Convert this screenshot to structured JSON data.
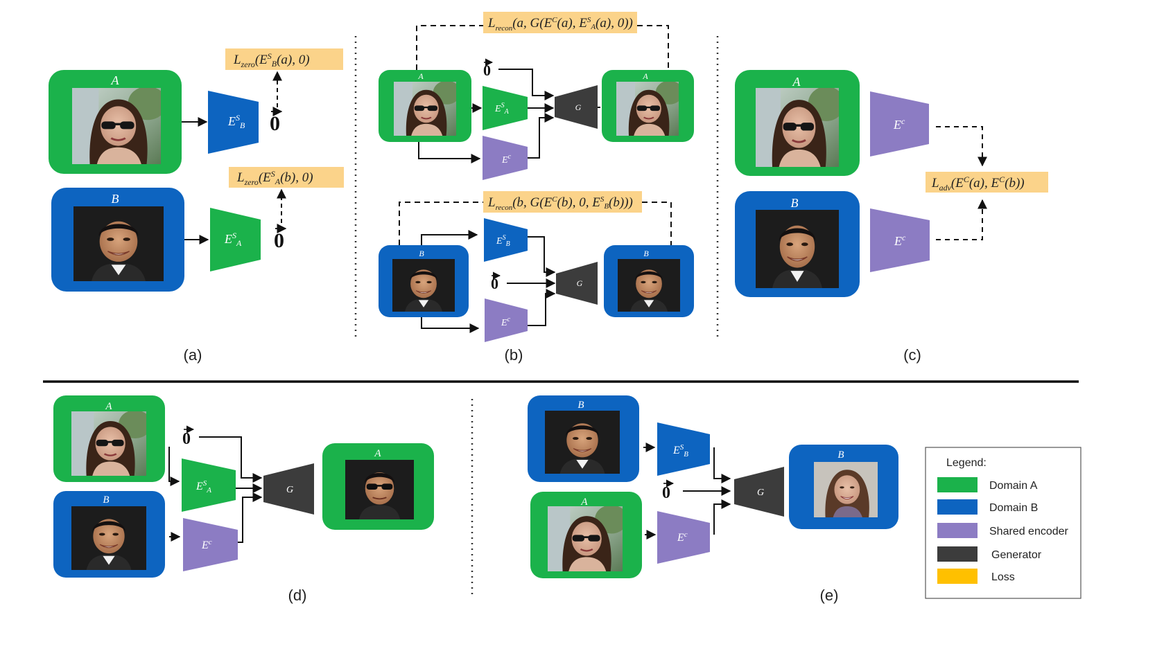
{
  "colors": {
    "domain_a": "#1bb24b",
    "domain_b": "#0d64c0",
    "shared_encoder": "#8c7cc3",
    "generator": "#3c3c3c",
    "loss": "#fbd38a",
    "loss_legend": "#ffc000"
  },
  "labels": {
    "a": "A",
    "b": "B",
    "zero": "0",
    "generator": "G",
    "enc_shared": "E",
    "enc_shared_sup": "c",
    "enc_specific": "E",
    "enc_specific_sup": "s"
  },
  "captions": {
    "a": "(a)",
    "b": "(b)",
    "c": "(c)",
    "d": "(d)",
    "e": "(e)"
  },
  "losses": {
    "zero_b_name": "L",
    "zero_b_sub": "zero",
    "zero_b_args": "(E",
    "zero_b_sup": "S",
    "zero_b_dom": "B",
    "zero_b_tail": "(a), 0)",
    "zero_a_name": "L",
    "zero_a_sub": "zero",
    "zero_a_args": "(E",
    "zero_a_sup": "S",
    "zero_a_dom": "A",
    "zero_a_tail": "(b), 0)",
    "recon_a_name": "L",
    "recon_a_sub": "recon",
    "recon_a_body": "(a, G(E",
    "recon_a_sup1": "C",
    "recon_a_mid": "(a), E",
    "recon_a_sup2": "S",
    "recon_a_dom": "A",
    "recon_a_tail": "(a), 0))",
    "recon_b_name": "L",
    "recon_b_sub": "recon",
    "recon_b_body": "(b, G(E",
    "recon_b_sup1": "C",
    "recon_b_mid": "(b), 0, E",
    "recon_b_sup2": "S",
    "recon_b_dom": "B",
    "recon_b_tail": "(b)))",
    "adv_name": "L",
    "adv_sub": "adv",
    "adv_body": "(E",
    "adv_sup1": "C",
    "adv_mid": "(a), E",
    "adv_sup2": "C",
    "adv_tail": "(b))"
  },
  "legend": {
    "title": "Legend:",
    "items": [
      {
        "label": "Domain A",
        "color": "#1bb24b"
      },
      {
        "label": "Domain B",
        "color": "#0d64c0"
      },
      {
        "label": "Shared encoder",
        "color": "#8c7cc3"
      },
      {
        "label": "Generator",
        "color": "#3c3c3c"
      },
      {
        "label": "Loss",
        "color": "#ffc000"
      }
    ]
  }
}
